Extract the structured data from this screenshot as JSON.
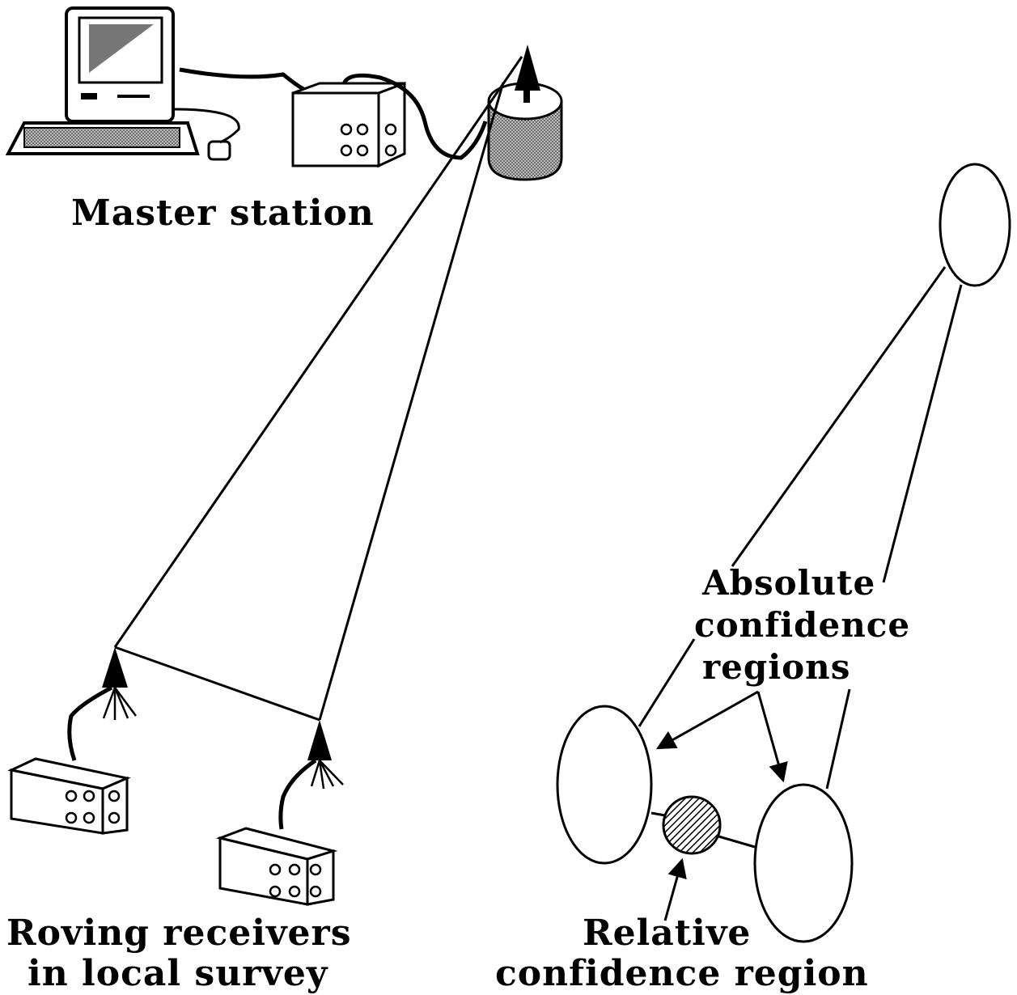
{
  "labels": {
    "master_station": "Master station",
    "absolute_line1": "Absolute",
    "absolute_line2": "confidence",
    "absolute_line3": "regions",
    "relative_line1": "Relative",
    "relative_line2": "confidence region",
    "roving_line1": "Roving receivers",
    "roving_line2": "in local survey"
  },
  "icons": {
    "computer": "desktop-computer-icon",
    "receiver": "receiver-box-icon",
    "antenna": "antenna-icon"
  }
}
